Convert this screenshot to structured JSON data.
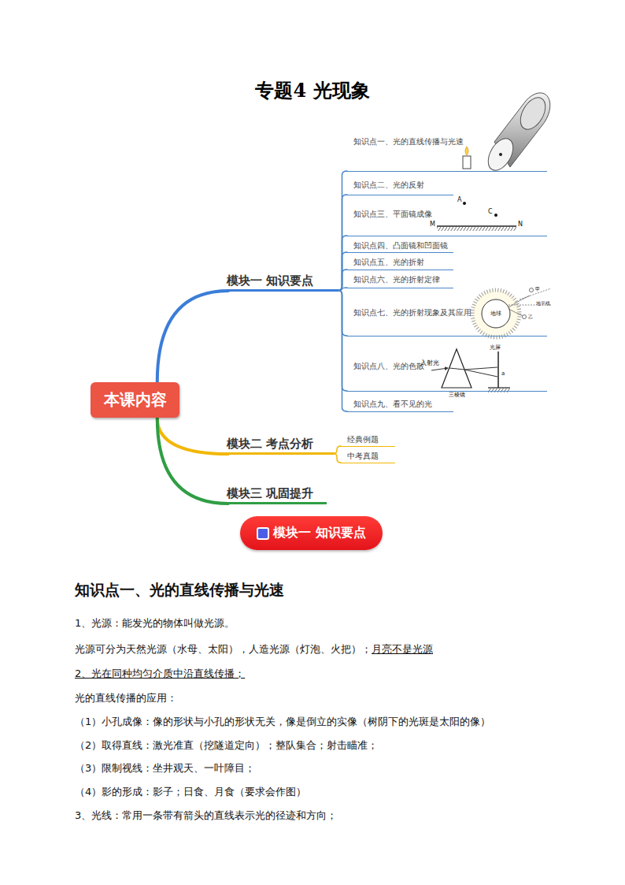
{
  "diagram": {
    "title": "专题4 光现象",
    "nodes": [
      {
        "text": [
          "本课内容"
        ]
      },
      {
        "text": [
          "模块一 知识要点"
        ]
      },
      {
        "text": [
          "模块二 考点分析"
        ]
      },
      {
        "text": [
          "模块三 巩固提升"
        ]
      },
      {
        "text": [
          "知识点一、光的直线传播与光速"
        ]
      },
      {
        "text": [
          "知识点二、光的反射"
        ]
      },
      {
        "text": [
          "知识点三、平面镜成像"
        ]
      },
      {
        "text": [
          "知识点四、凸面镜和凹面镜"
        ]
      },
      {
        "text": [
          "知识点五、光的折射"
        ]
      },
      {
        "text": [
          "知识点六、光的折射定律"
        ]
      },
      {
        "text": [
          "知识点七、光的折射现象及其应用"
        ]
      },
      {
        "text": [
          "知识点八、光的色散"
        ]
      },
      {
        "text": [
          "知识点九、看不见的光"
        ]
      },
      {
        "text": [
          "经典例题"
        ]
      },
      {
        "text": [
          "中考真题"
        ]
      },
      {
        "text": [
          "模块一 知识要点"
        ]
      }
    ],
    "edges": [
      {
        "from": 0,
        "to": 1,
        "arrow": "none"
      },
      {
        "from": 0,
        "to": 2,
        "arrow": "none"
      },
      {
        "from": 0,
        "to": 3,
        "arrow": "none"
      },
      {
        "from": 1,
        "to": 4,
        "arrow": "none"
      },
      {
        "from": 1,
        "to": 5,
        "arrow": "none"
      },
      {
        "from": 1,
        "to": 6,
        "arrow": "none"
      },
      {
        "from": 1,
        "to": 7,
        "arrow": "none"
      },
      {
        "from": 1,
        "to": 8,
        "arrow": "none"
      },
      {
        "from": 1,
        "to": 9,
        "arrow": "none"
      },
      {
        "from": 1,
        "to": 10,
        "arrow": "none"
      },
      {
        "from": 1,
        "to": 11,
        "arrow": "none"
      },
      {
        "from": 1,
        "to": 12,
        "arrow": "none"
      },
      {
        "from": 2,
        "to": 13,
        "arrow": "none"
      },
      {
        "from": 2,
        "to": 14,
        "arrow": "none"
      }
    ],
    "labels": [
      "A",
      "C",
      "M",
      "N",
      "地球",
      "甲",
      "地平线",
      "乙",
      "入射光",
      "三棱镜",
      "光屏",
      "a",
      "知识点一、光的直线传播与光速",
      "1、光源：能发光的物体叫做光源。",
      "光源可分为天然光源（水母、太阳），人造光源（灯泡、火把）；",
      "月亮不是光源",
      "2、光在同种均匀介质中沿直线传播；",
      "光的直线传播的应用：",
      "（1）小孔成像：像的形状与小孔的形状无关，像是倒立的实像（树阴下的光斑是太阳的像）",
      "（2）取得直线：激光准直（挖隧道定向）；整队集合；射击瞄准；",
      "（3）限制视线：坐井观天、一叶障目；",
      "（4）影的形成：影子；日食、月食（要求会作图）",
      "3、光线：常用一条带有箭头的直线表示光的径迹和方向；"
    ]
  }
}
